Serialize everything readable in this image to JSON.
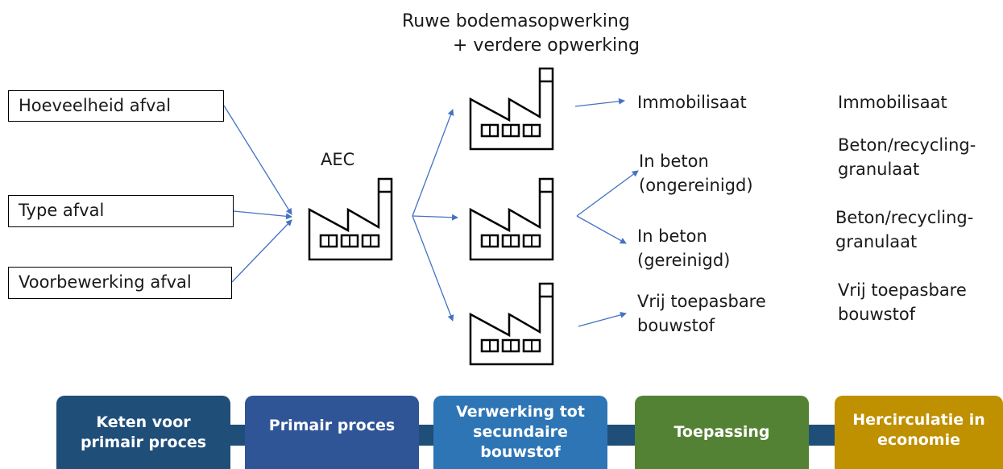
{
  "inputs": [
    "Hoeveelheid afval",
    "Type afval",
    "Voorbewerking afval"
  ],
  "plant_label": "AEC",
  "processing_title": [
    "Ruwe bodemasopwerking",
    "+ verdere opwerking"
  ],
  "products": [
    [
      "Immobilisaat"
    ],
    [
      "In beton",
      "(ongereinigd)"
    ],
    [
      "In beton",
      "(gereinigd)"
    ],
    [
      "Vrij toepasbare",
      "bouwstof"
    ]
  ],
  "applications": [
    [
      "Immobilisaat"
    ],
    [
      "Beton/recycling-",
      "granulaat"
    ],
    [
      "Beton/recycling-",
      "granulaat"
    ],
    [
      "Vrij toepasbare",
      "bouwstof"
    ]
  ],
  "stages": [
    {
      "label": "Keten voor\nprimair proces",
      "color": "#1f4e79"
    },
    {
      "label": "Primair proces",
      "color": "#2f5597"
    },
    {
      "label": "Verwerking tot\nsecundaire\nbouwstof",
      "color": "#2e75b6"
    },
    {
      "label": "Toepassing",
      "color": "#548235"
    },
    {
      "label": "Hercirculatie in\neconomie",
      "color": "#bf9000"
    }
  ],
  "colors": {
    "arrow": "#4472c4",
    "connector": "#1f4e79"
  }
}
